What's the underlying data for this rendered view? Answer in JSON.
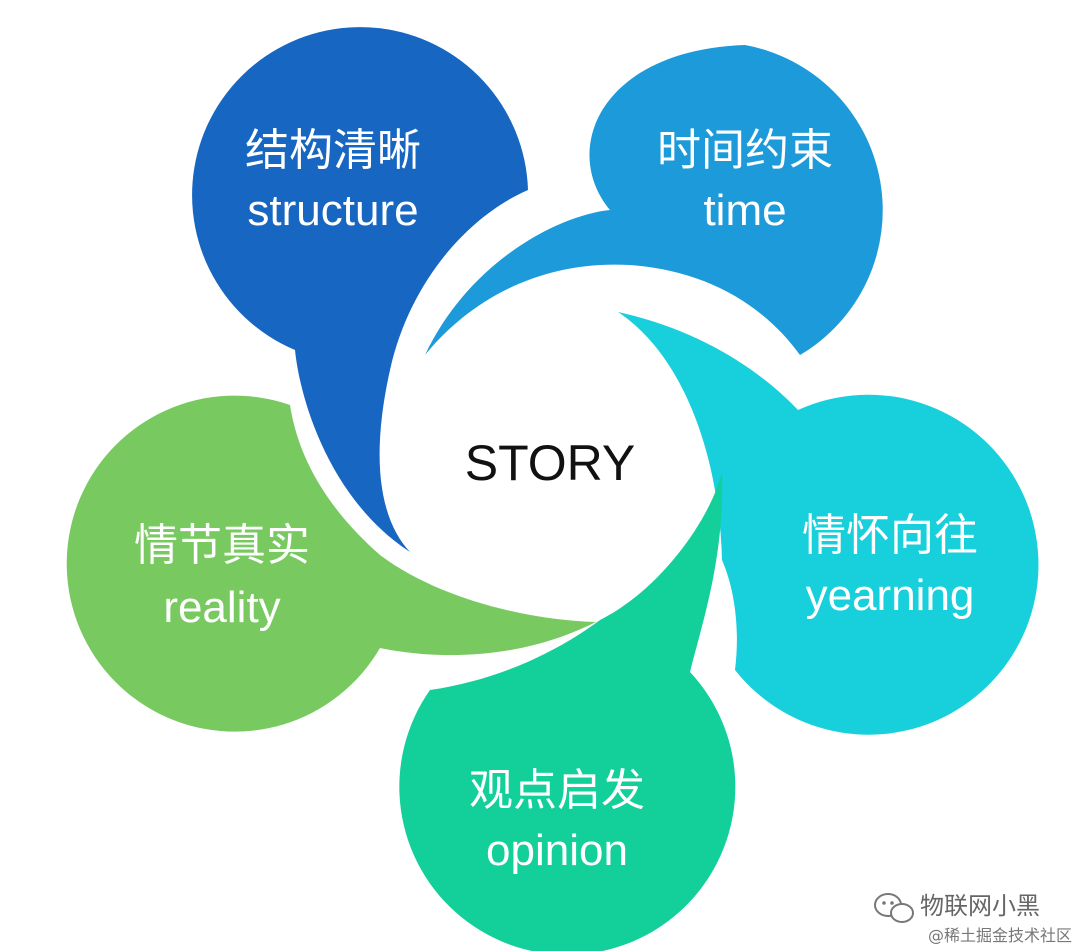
{
  "center": {
    "label": "STORY"
  },
  "petals": [
    {
      "id": "structure",
      "cn": "结构清晰",
      "en": "structure",
      "color": "#1766c2"
    },
    {
      "id": "time",
      "cn": "时间约束",
      "en": "time",
      "color": "#1c9ad9"
    },
    {
      "id": "yearning",
      "cn": "情怀向往",
      "en": "yearning",
      "color": "#18cfdc"
    },
    {
      "id": "opinion",
      "cn": "观点启发",
      "en": "opinion",
      "color": "#13d09b"
    },
    {
      "id": "reality",
      "cn": "情节真实",
      "en": "reality",
      "color": "#79c961"
    }
  ],
  "watermark": {
    "icon": "wechat-icon",
    "account": "物联网小黑",
    "site": "@稀土掘金技术社区"
  }
}
